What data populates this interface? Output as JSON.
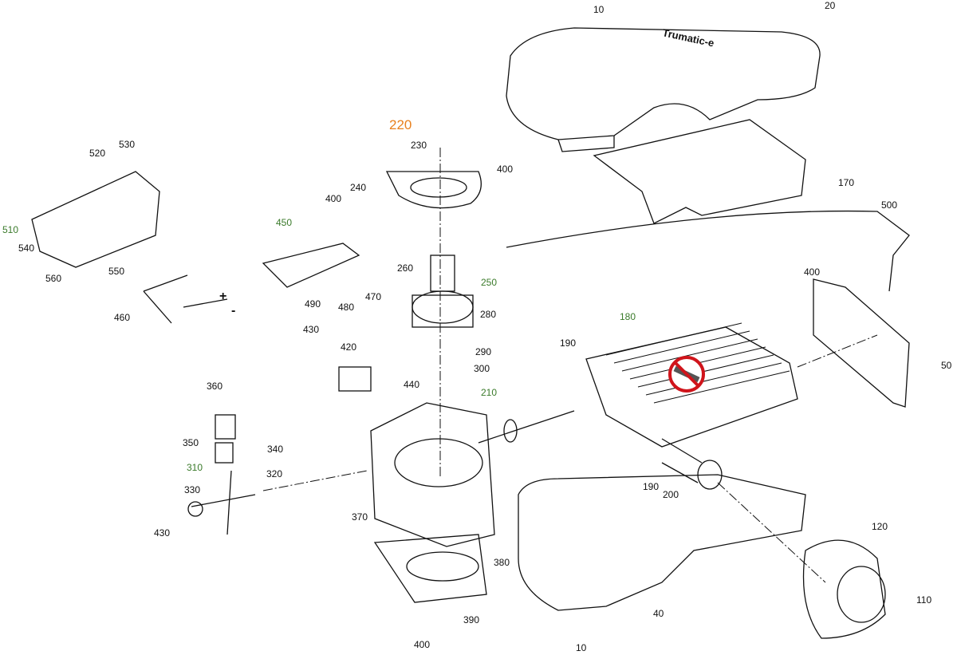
{
  "diagram": {
    "brand_text": "Trumatic-e",
    "colors": {
      "line": "#111111",
      "highlight": "#e8801e",
      "subassembly": "#3a7a2a",
      "warning": "#d0141b"
    },
    "warning_icon": "no-wrench-icon",
    "labels": [
      {
        "id": "p10a",
        "text": "10",
        "style": "black"
      },
      {
        "id": "p20",
        "text": "20",
        "style": "black"
      },
      {
        "id": "p220",
        "text": "220",
        "style": "orange"
      },
      {
        "id": "p230",
        "text": "230",
        "style": "black"
      },
      {
        "id": "p400a",
        "text": "400",
        "style": "black"
      },
      {
        "id": "p240",
        "text": "240",
        "style": "black"
      },
      {
        "id": "p520",
        "text": "520",
        "style": "black"
      },
      {
        "id": "p530",
        "text": "530",
        "style": "black"
      },
      {
        "id": "p510",
        "text": "510",
        "style": "green"
      },
      {
        "id": "p540",
        "text": "540",
        "style": "black"
      },
      {
        "id": "p560",
        "text": "560",
        "style": "black"
      },
      {
        "id": "p550",
        "text": "550",
        "style": "black"
      },
      {
        "id": "p450",
        "text": "450",
        "style": "green"
      },
      {
        "id": "p400b",
        "text": "400",
        "style": "black"
      },
      {
        "id": "p170",
        "text": "170",
        "style": "black"
      },
      {
        "id": "p500",
        "text": "500",
        "style": "black"
      },
      {
        "id": "p400c",
        "text": "400",
        "style": "black"
      },
      {
        "id": "p260",
        "text": "260",
        "style": "black"
      },
      {
        "id": "p250",
        "text": "250",
        "style": "green"
      },
      {
        "id": "p490",
        "text": "490",
        "style": "black"
      },
      {
        "id": "p480",
        "text": "480",
        "style": "black"
      },
      {
        "id": "p470",
        "text": "470",
        "style": "black"
      },
      {
        "id": "p460",
        "text": "460",
        "style": "black"
      },
      {
        "id": "p280",
        "text": "280",
        "style": "black"
      },
      {
        "id": "p180",
        "text": "180",
        "style": "green"
      },
      {
        "id": "p430a",
        "text": "430",
        "style": "black"
      },
      {
        "id": "p420",
        "text": "420",
        "style": "black"
      },
      {
        "id": "p290",
        "text": "290",
        "style": "black"
      },
      {
        "id": "p300",
        "text": "300",
        "style": "black"
      },
      {
        "id": "p190a",
        "text": "190",
        "style": "black"
      },
      {
        "id": "p50",
        "text": "50",
        "style": "black"
      },
      {
        "id": "p440",
        "text": "440",
        "style": "black"
      },
      {
        "id": "p360",
        "text": "360",
        "style": "black"
      },
      {
        "id": "p210",
        "text": "210",
        "style": "green"
      },
      {
        "id": "p350",
        "text": "350",
        "style": "black"
      },
      {
        "id": "p340",
        "text": "340",
        "style": "black"
      },
      {
        "id": "p310",
        "text": "310",
        "style": "green"
      },
      {
        "id": "p320",
        "text": "320",
        "style": "black"
      },
      {
        "id": "p330",
        "text": "330",
        "style": "black"
      },
      {
        "id": "p190b",
        "text": "190",
        "style": "black"
      },
      {
        "id": "p200",
        "text": "200",
        "style": "black"
      },
      {
        "id": "p370",
        "text": "370",
        "style": "black"
      },
      {
        "id": "p430b",
        "text": "430",
        "style": "black"
      },
      {
        "id": "p120",
        "text": "120",
        "style": "black"
      },
      {
        "id": "p380",
        "text": "380",
        "style": "black"
      },
      {
        "id": "p110",
        "text": "110",
        "style": "black"
      },
      {
        "id": "p40",
        "text": "40",
        "style": "black"
      },
      {
        "id": "p390",
        "text": "390",
        "style": "black"
      },
      {
        "id": "p400d",
        "text": "400",
        "style": "black"
      },
      {
        "id": "p10b",
        "text": "10",
        "style": "black"
      }
    ],
    "polarity": {
      "plus": "+",
      "minus": "-"
    }
  }
}
